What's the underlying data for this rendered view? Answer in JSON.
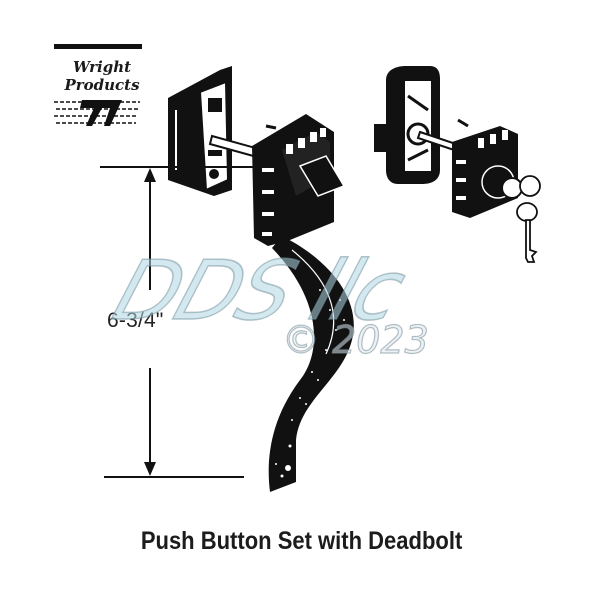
{
  "logo": {
    "line1": "Wright",
    "line2": "Products"
  },
  "dimension": {
    "label": "6-3/4\""
  },
  "watermark": {
    "main": "DDS llc",
    "copyright": "© 2023"
  },
  "caption": {
    "title": "Push Button Set with Deadbolt"
  },
  "colors": {
    "ink": "#111111",
    "watermark_fill": "#afd7e1",
    "background": "#ffffff"
  }
}
